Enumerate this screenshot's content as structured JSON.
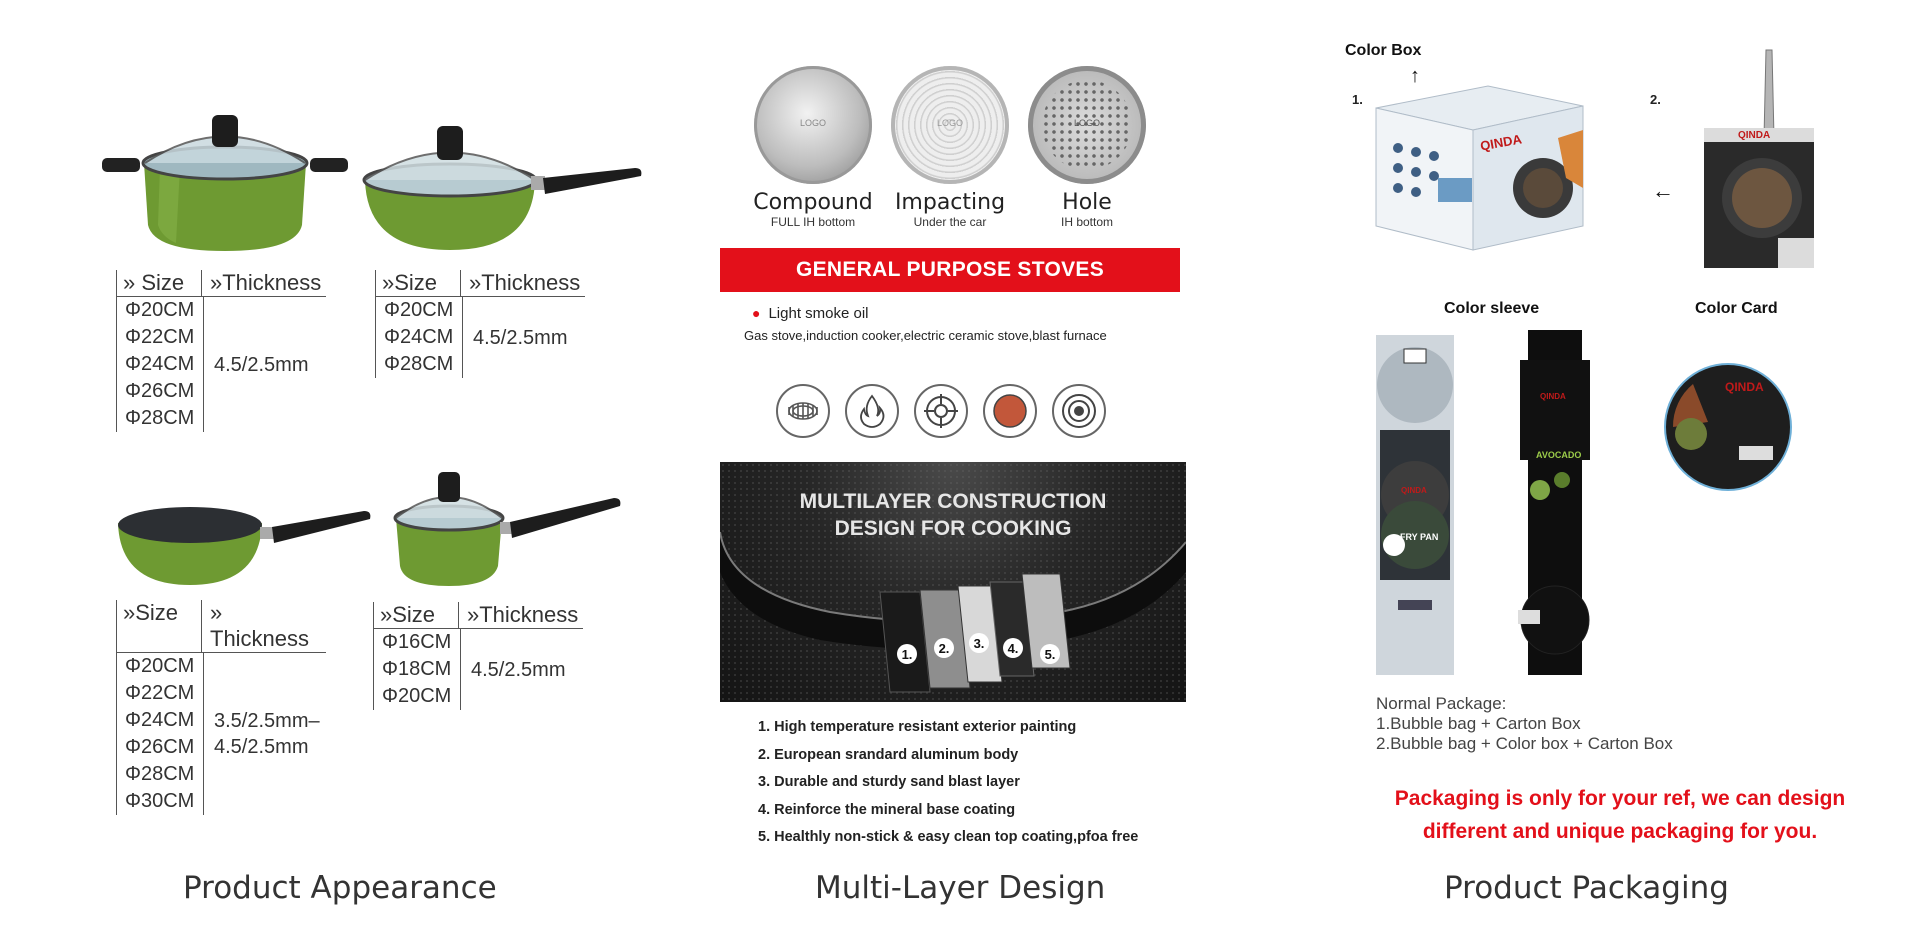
{
  "appearance": {
    "caption": "Product Appearance",
    "tables": [
      {
        "size_label": "» Size",
        "thickness_label": "»Thickness",
        "sizes": [
          "Φ20CM",
          "Φ22CM",
          "Φ24CM",
          "Φ26CM",
          "Φ28CM"
        ],
        "thickness": [
          "4.5/2.5mm"
        ]
      },
      {
        "size_label": "»Size",
        "thickness_label": "»Thickness",
        "sizes": [
          "Φ20CM",
          "Φ24CM",
          "Φ28CM"
        ],
        "thickness": [
          "4.5/2.5mm"
        ]
      },
      {
        "size_label": "»Size",
        "thickness_label": "» Thickness",
        "sizes": [
          "Φ20CM",
          "Φ22CM",
          "Φ24CM",
          "Φ26CM",
          "Φ28CM",
          "Φ30CM"
        ],
        "thickness": [
          "3.5/2.5mm–",
          "4.5/2.5mm"
        ]
      },
      {
        "size_label": "»Size",
        "thickness_label": "»Thickness",
        "sizes": [
          "Φ16CM",
          "Φ18CM",
          "Φ20CM"
        ],
        "thickness": [
          "4.5/2.5mm"
        ]
      }
    ],
    "body_color": "#6e9a32"
  },
  "multilayer": {
    "caption": "Multi-Layer Design",
    "bottoms": [
      {
        "title": "Compound",
        "sub": "FULL IH bottom",
        "logo": "LOGO"
      },
      {
        "title": "Impacting",
        "sub": "Under the car",
        "logo": "LOGO"
      },
      {
        "title": "Hole",
        "sub": "IH bottom",
        "logo": "LOGO"
      }
    ],
    "banner": "GENERAL PURPOSE STOVES",
    "bullet": "Light smoke oil",
    "stoves": "Gas stove,induction cooker,electric ceramic stove,blast furnace",
    "stove_icons": [
      "electric-coil-icon",
      "gas-flame-icon",
      "gas-burner-icon",
      "ceramic-plate-icon",
      "induction-icon"
    ],
    "construction_title": [
      "MULTILAYER CONSTRUCTION",
      "DESIGN FOR COOKING"
    ],
    "layer_numbers": [
      "1.",
      "2.",
      "3.",
      "4.",
      "5."
    ],
    "steps": [
      "1. High temperature resistant exterior painting",
      "2. European srandard aluminum body",
      "3. Durable and sturdy sand blast layer",
      "4. Reinforce the mineral base coating",
      "5. Healthly non-stick & easy clean top coating,pfoa free"
    ],
    "accent": "#e3101a"
  },
  "packaging": {
    "caption": "Product Packaging",
    "color_box_label": "Color Box",
    "num1": "1.",
    "num2": "2.",
    "brand": "QINDA",
    "sleeve_label": "Color sleeve",
    "card_label": "Color Card",
    "sleeve_texts": [
      "FRY PAN",
      "AVOCADO"
    ],
    "normal_title": "Normal Package:",
    "normal_lines": [
      "1.Bubble bag + Carton Box",
      "2.Bubble bag + Color box + Carton Box"
    ],
    "note_lines": [
      "Packaging is only for your ref, we can design",
      "different and unique packaging for you."
    ]
  }
}
